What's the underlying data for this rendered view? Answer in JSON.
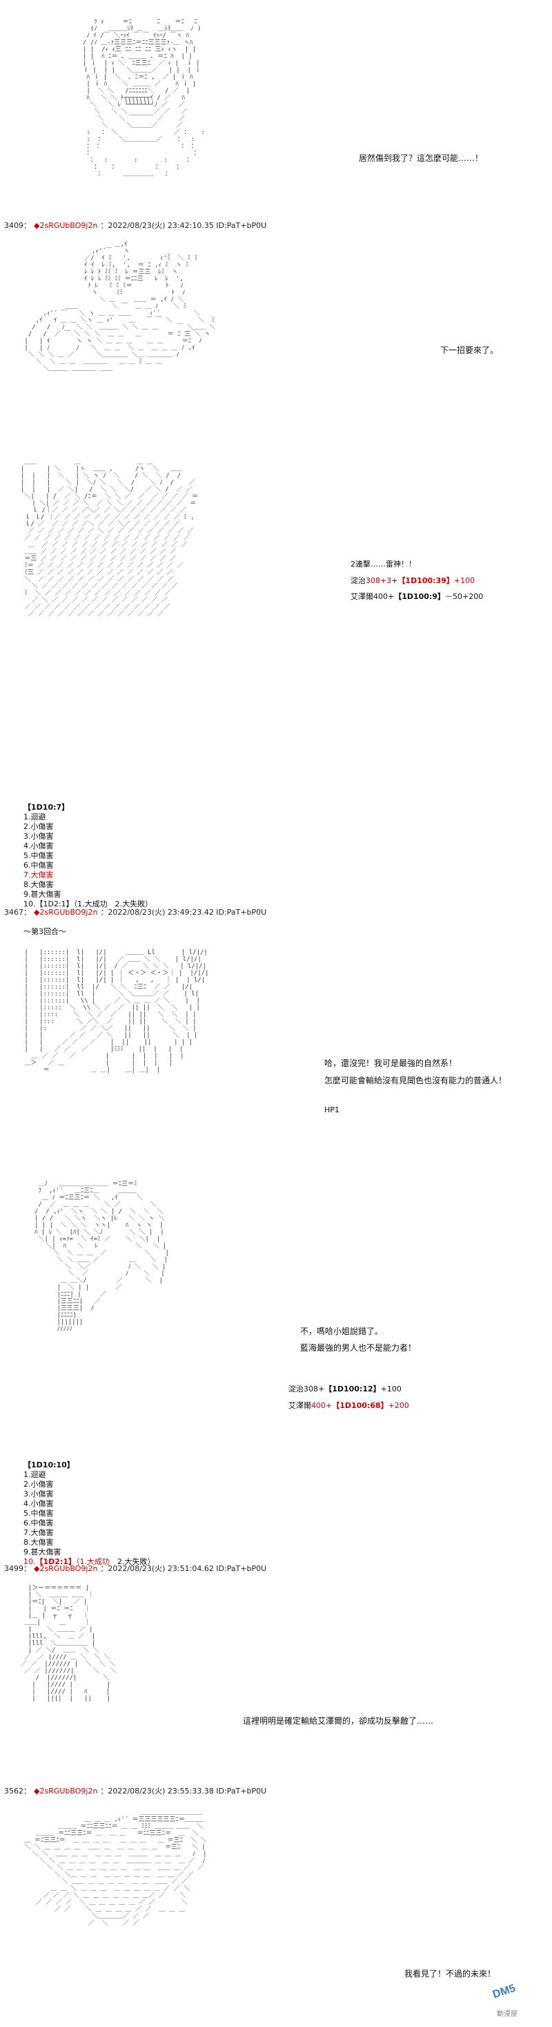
{
  "posts": [
    {
      "dialogue": [
        "居然傷到我了？這怎麼可能……！"
      ]
    },
    {
      "number": "3409：",
      "trip": "◆2sRGUbBO9j2n",
      "meta": "：2022/08/23(火) 23:42:10.35 ID:PaT+bP0U",
      "dialogue_a": [
        "下一招要來了。"
      ],
      "dialogue_b": [
        "2連擊……雷神！！"
      ],
      "roll1_pre": "淀治",
      "roll1_red": "308+3",
      "roll1_mid": "+",
      "roll1_roll": "【1D100:39】",
      "roll1_post": "+100",
      "roll2_pre": "艾澤爾400+",
      "roll2_roll": "【1D100:9】",
      "roll2_post": "－50+200",
      "list_title": "【1D10:7】",
      "list": [
        "1.迴避",
        "2.小傷害",
        "3.小傷害",
        "4.小傷害",
        "5.中傷害",
        "6.中傷害",
        "7.大傷害",
        "8.大傷害",
        "9.甚大傷害",
        "10.【1D2:1】（1.大成功　2.大失敗）"
      ]
    },
    {
      "number": "3467：",
      "trip": "◆2sRGUbBO9j2n",
      "meta": "：2022/08/23(火) 23:49:23.42 ID:PaT+bP0U",
      "round": "～第3回合～",
      "dialogue_a": [
        "哈，還沒完！我可是最強的自然系！",
        "怎麼可能會輸給沒有見聞色也沒有能力的普通人！"
      ],
      "hp": "HP1",
      "dialogue_b": [
        "不，嗎哈小姐說錯了。",
        "藍海最強的男人也不是能力者！"
      ],
      "roll1_pre": "淀治308+",
      "roll1_roll": "【1D100:12】",
      "roll1_post": "+100",
      "roll2_pre": "艾澤爾",
      "roll2_red": "400+",
      "roll2_roll": "【1D100:68】",
      "roll2_post": "+200",
      "list_title": "【1D10:10】",
      "list": [
        "1.迴避",
        "2.小傷害",
        "3.小傷害",
        "4.小傷害",
        "5.中傷害",
        "6.中傷害",
        "7.大傷害",
        "8.大傷害",
        "9.甚大傷害"
      ],
      "list_last_num": "10.",
      "list_last_roll": "【1D2:1】",
      "list_last_a": "（1.大成功",
      "list_last_b": "2.大失敗）"
    },
    {
      "number": "3499：",
      "trip": "◆2sRGUbBO9j2n",
      "meta": "：2022/08/23(火) 23:51:04.62 ID:PaT+bP0U",
      "dialogue": [
        "這裡明明是確定輸給艾澤爾的，卻成功反擊敵了……"
      ]
    },
    {
      "number": "3562：",
      "trip": "◆2sRGUbBO9j2n",
      "meta": "：2022/08/23(火) 23:55:33.38 ID:PaT+bP0U",
      "dialogue": [
        "我看見了！不過的未來！"
      ]
    }
  ],
  "watermark": {
    "main": "DM5",
    "sub": "動漫屋",
    "color": "#3a7bc8"
  },
  "colors": {
    "red": "#d40000",
    "trip": "#cc0000"
  }
}
